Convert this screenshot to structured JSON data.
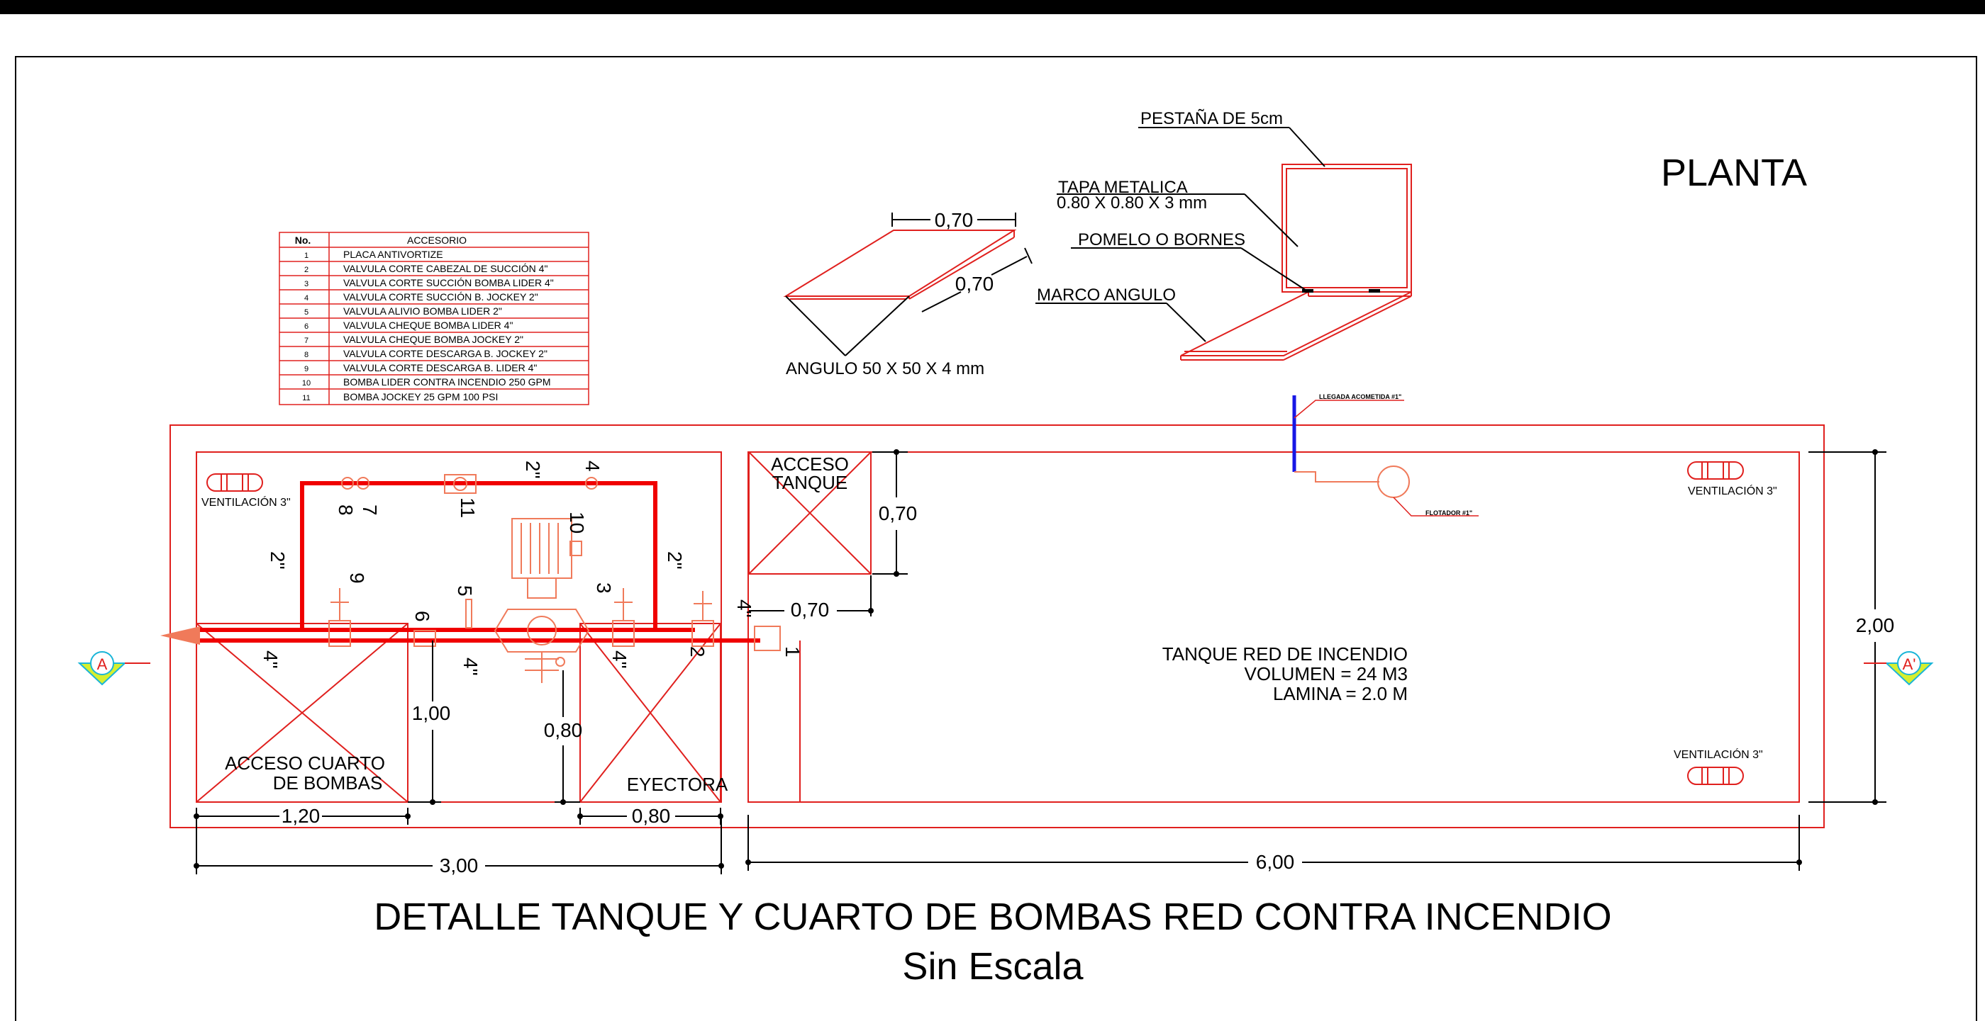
{
  "titles": {
    "planta": "PLANTA",
    "main_title": "DETALLE TANQUE Y CUARTO DE BOMBAS  RED CONTRA INCENDIO",
    "subtitle": "Sin Escala"
  },
  "accessory_table": {
    "header_no": "No.",
    "header_accesorio": "ACCESORIO",
    "rows": [
      {
        "no": "1",
        "text": "PLACA ANTIVORTIZE"
      },
      {
        "no": "2",
        "text": "VALVULA CORTE CABEZAL DE SUCCIÓN 4\""
      },
      {
        "no": "3",
        "text": "VALVULA CORTE SUCCIÓN BOMBA LIDER 4\""
      },
      {
        "no": "4",
        "text": "VALVULA CORTE SUCCIÓN B. JOCKEY 2\""
      },
      {
        "no": "5",
        "text": "VALVULA ALIVIO BOMBA LIDER 2\""
      },
      {
        "no": "6",
        "text": "VALVULA CHEQUE BOMBA LIDER 4\""
      },
      {
        "no": "7",
        "text": "VALVULA CHEQUE BOMBA JOCKEY 2\""
      },
      {
        "no": "8",
        "text": "VALVULA CORTE DESCARGA B. JOCKEY 2\""
      },
      {
        "no": "9",
        "text": "VALVULA CORTE DESCARGA B. LIDER 4\""
      },
      {
        "no": "10",
        "text": "BOMBA LIDER CONTRA INCENDIO 250 GPM"
      },
      {
        "no": "11",
        "text": "BOMBA JOCKEY 25 GPM 100 PSI"
      }
    ]
  },
  "lid_detail": {
    "dim_width": "0,70",
    "dim_depth": "0,70",
    "angle_label": "ANGULO 50 X 50 X 4 mm",
    "flange_label": "PESTAÑA DE 5cm",
    "cover_label_1": "TAPA METALICA",
    "cover_label_2": "0.80 X 0.80 X 3 mm",
    "hinge_label": "POMELO O BORNES",
    "frame_label": "MARCO ANGULO"
  },
  "plan": {
    "ventilation_pump_room": "VENTILACIÓN 3\"",
    "ventilation_tank_top": "VENTILACIÓN 3\"",
    "ventilation_tank_bottom": "VENTILACIÓN 3\"",
    "inlet_label": "LLEGADA ACOMETIDA #1\"",
    "float_label": "FLOTADOR #1\"",
    "tank_access_1": "ACCESO",
    "tank_access_2": "TANQUE",
    "pump_access_1": "ACCESO  CUARTO",
    "pump_access_2": "DE  BOMBAS",
    "ejector": "EYECTORA",
    "tank_name": "TANQUE RED DE INCENDIO",
    "tank_volume": "VOLUMEN  =  24  M3",
    "tank_level": "LAMINA  =  2.0  M",
    "pipe_2_top": "2\"",
    "pipe_2_left": "2\"",
    "pipe_2_right": "2\"",
    "pipe_4_left": "4\"",
    "pipe_4_mid": "4\"",
    "pipe_4_suction": "4\"",
    "pipe_4_tank": "4\"",
    "tags": {
      "t1": "1",
      "t2": "2",
      "t3": "3",
      "t4": "4",
      "t5": "5",
      "t6": "6",
      "t7": "7",
      "t8": "8",
      "t9": "9",
      "t10": "10",
      "t11": "11"
    },
    "section_marker_left": "A",
    "section_marker_right": "A'"
  },
  "dimensions": {
    "access_side": "0,70",
    "access_bottom": "0,70",
    "dim_100": "1,00",
    "dim_080_v": "0,80",
    "dim_120": "1,20",
    "dim_080_h": "0,80",
    "dim_300": "3,00",
    "dim_600": "6,00",
    "dim_200": "2,00"
  },
  "colors": {
    "line": "#e0201e",
    "pipe": "#f00000",
    "equipment": "#f07a5a",
    "inlet": "#1717e6",
    "text": "#000000",
    "marker_fill": "#d6ef2f",
    "marker_circle": "#1ab5d8",
    "frame": "#000000"
  }
}
